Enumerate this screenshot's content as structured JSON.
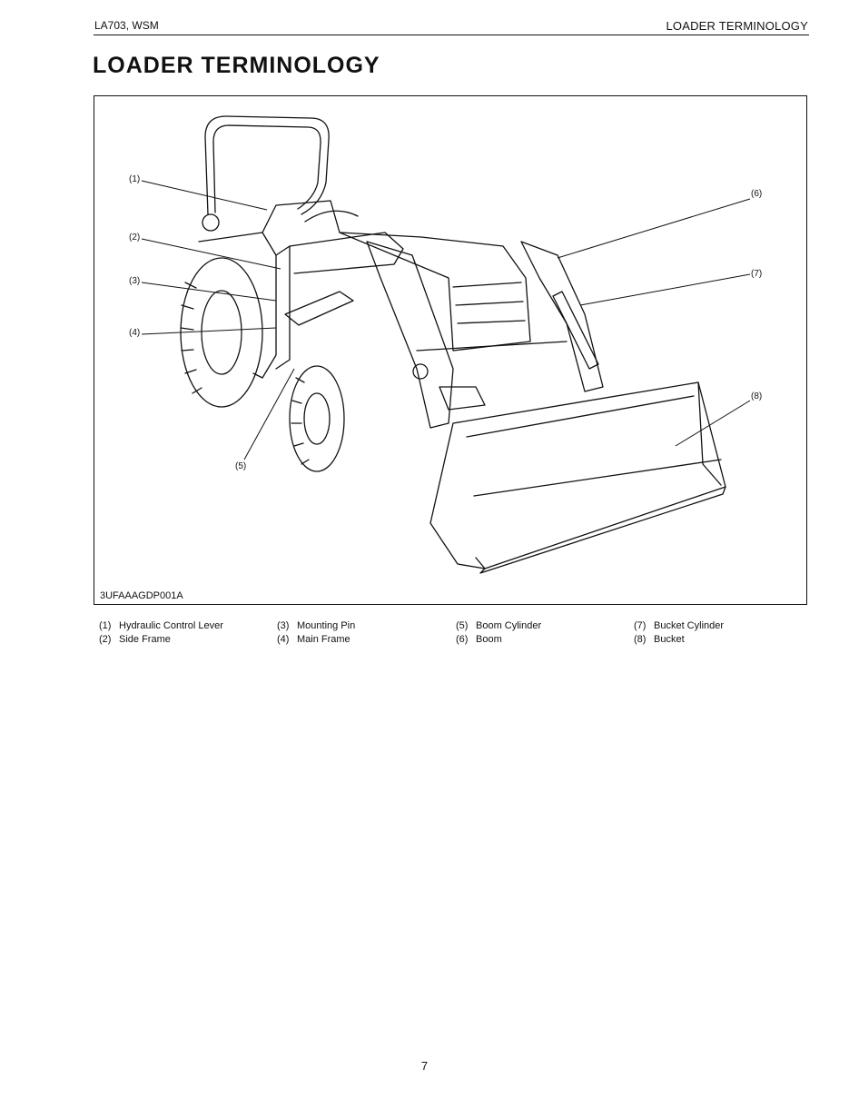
{
  "header": {
    "left": "LA703, WSM",
    "right": "LOADER TERMINOLOGY"
  },
  "title": "LOADER TERMINOLOGY",
  "figure": {
    "code": "3UFAAAGDP001A",
    "callouts": [
      "(1)",
      "(2)",
      "(3)",
      "(4)",
      "(5)",
      "(6)",
      "(7)",
      "(8)"
    ]
  },
  "legend": [
    {
      "num": "(1)",
      "label": "Hydraulic Control Lever"
    },
    {
      "num": "(2)",
      "label": "Side Frame"
    },
    {
      "num": "(3)",
      "label": "Mounting Pin"
    },
    {
      "num": "(4)",
      "label": "Main Frame"
    },
    {
      "num": "(5)",
      "label": "Boom Cylinder"
    },
    {
      "num": "(6)",
      "label": "Boom"
    },
    {
      "num": "(7)",
      "label": "Bucket Cylinder"
    },
    {
      "num": "(8)",
      "label": "Bucket"
    }
  ],
  "page_number": "7"
}
